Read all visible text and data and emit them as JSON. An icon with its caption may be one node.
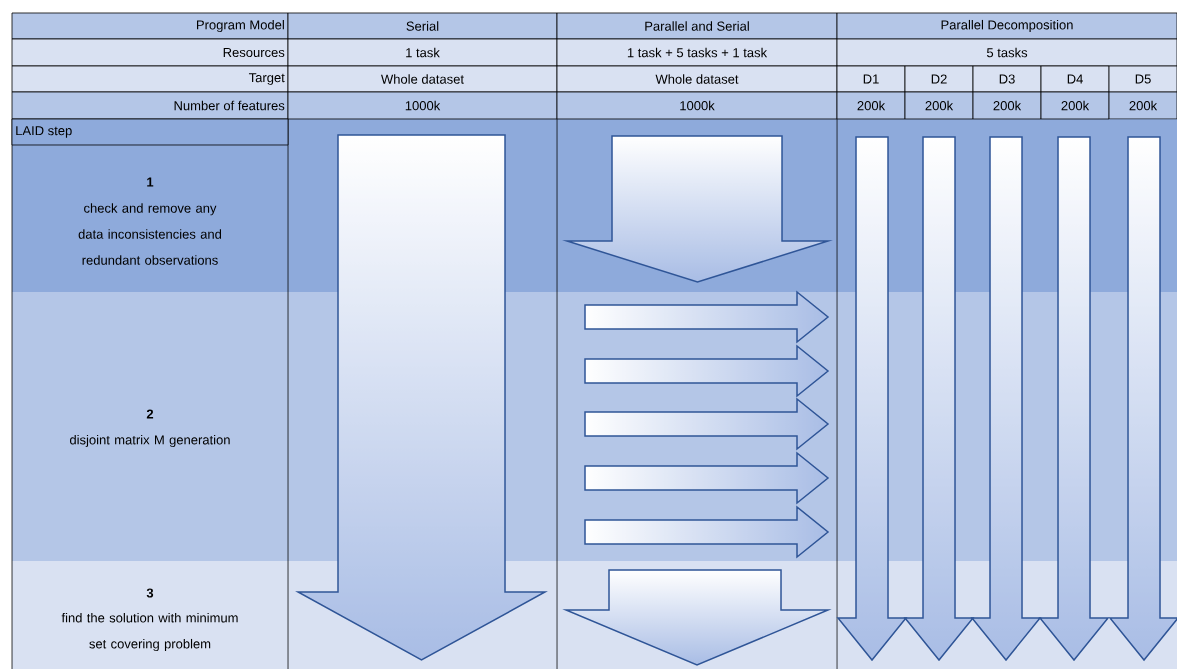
{
  "diagram": {
    "labels": [
      "Program Model",
      "Serial",
      "Parallel and Serial",
      "Parallel Decomposition",
      "Resources",
      "1 task",
      "1 task + 5 tasks + 1 task",
      "5 tasks",
      "Target",
      "Whole dataset",
      "Whole dataset",
      "D1",
      "D2",
      "D3",
      "D4",
      "D5",
      "Number of features",
      "1000k",
      "1000k",
      "200k",
      "200k",
      "200k",
      "200k",
      "200k",
      "LAID step",
      "1",
      "check and remove any data inconsistencies and redundant observations",
      "2",
      "disjoint matrix M generation",
      "3",
      "find the solution with minimum set covering problem"
    ]
  }
}
